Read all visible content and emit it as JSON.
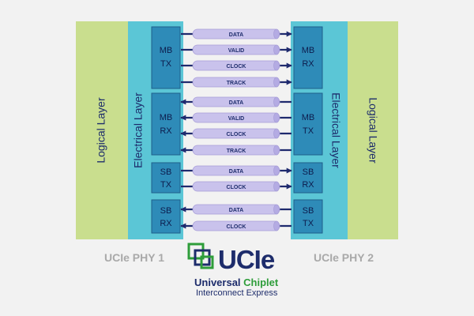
{
  "left_phy": {
    "logical_layer": "Logical Layer",
    "electrical_layer": "Electrical Layer",
    "blocks": [
      {
        "line1": "MB",
        "line2": "TX"
      },
      {
        "line1": "MB",
        "line2": "RX"
      },
      {
        "line1": "SB",
        "line2": "TX"
      },
      {
        "line1": "SB",
        "line2": "RX"
      }
    ],
    "caption": "UCIe PHY 1"
  },
  "right_phy": {
    "logical_layer": "Logical Layer",
    "electrical_layer": "Electrical Layer",
    "blocks": [
      {
        "line1": "MB",
        "line2": "RX"
      },
      {
        "line1": "MB",
        "line2": "TX"
      },
      {
        "line1": "SB",
        "line2": "RX"
      },
      {
        "line1": "SB",
        "line2": "TX"
      }
    ],
    "caption": "UCIe PHY 2"
  },
  "groups": [
    {
      "direction": "right",
      "signals": [
        "DATA",
        "VALID",
        "CLOCK",
        "TRACK"
      ]
    },
    {
      "direction": "left",
      "signals": [
        "DATA",
        "VALID",
        "CLOCK",
        "TRACK"
      ]
    },
    {
      "direction": "right",
      "signals": [
        "DATA",
        "CLOCK"
      ]
    },
    {
      "direction": "left",
      "signals": [
        "DATA",
        "CLOCK"
      ]
    }
  ],
  "logo": {
    "word": "UCIe",
    "tagline_part1": "Universal",
    "tagline_part2": "Chiplet",
    "subtitle": "Interconnect Express"
  },
  "colors": {
    "logical": "#c9de8e",
    "electrical": "#5bc6d6",
    "block": "#2e8bb8",
    "lane": "#c9c2ec",
    "arrow": "#1f2a6e",
    "logo_navy": "#1d2c6b",
    "logo_green": "#2e9d3a"
  }
}
